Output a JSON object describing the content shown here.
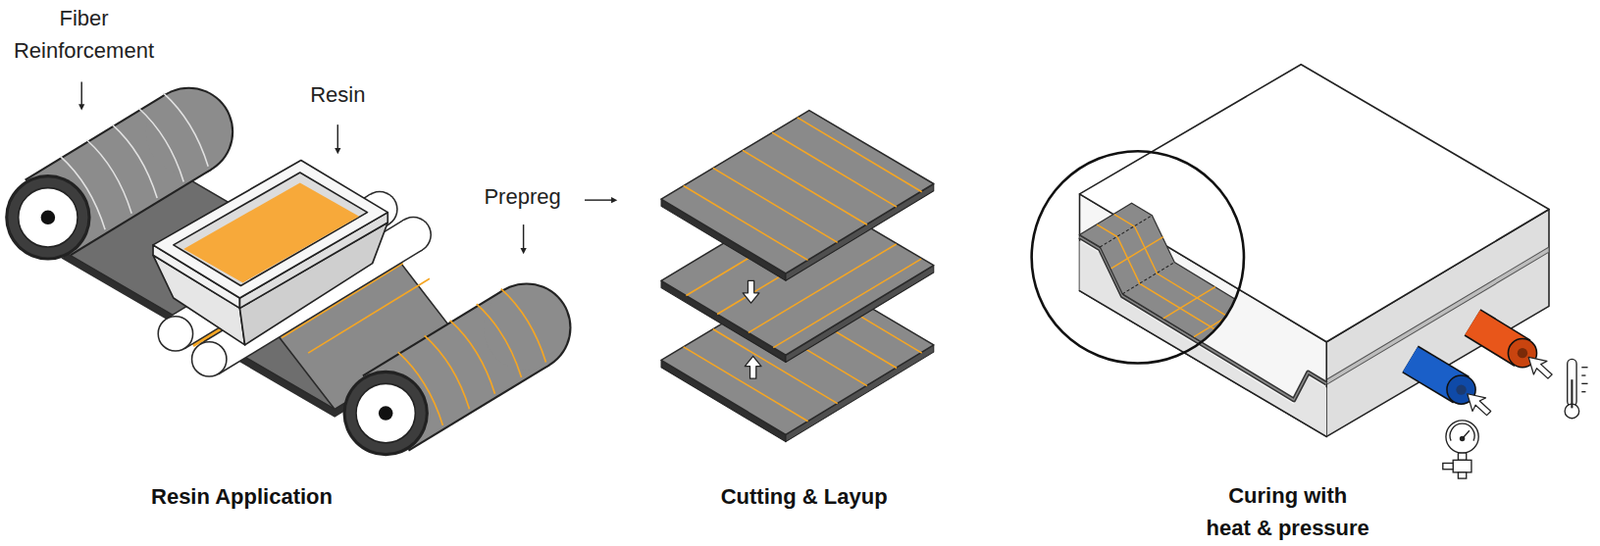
{
  "diagram": {
    "labels": [
      "Fiber Reinforcement",
      "Resin",
      "Prepreg",
      "Resin Application",
      "Cutting & Layup",
      "Curing with heat & pressure"
    ]
  }
}
